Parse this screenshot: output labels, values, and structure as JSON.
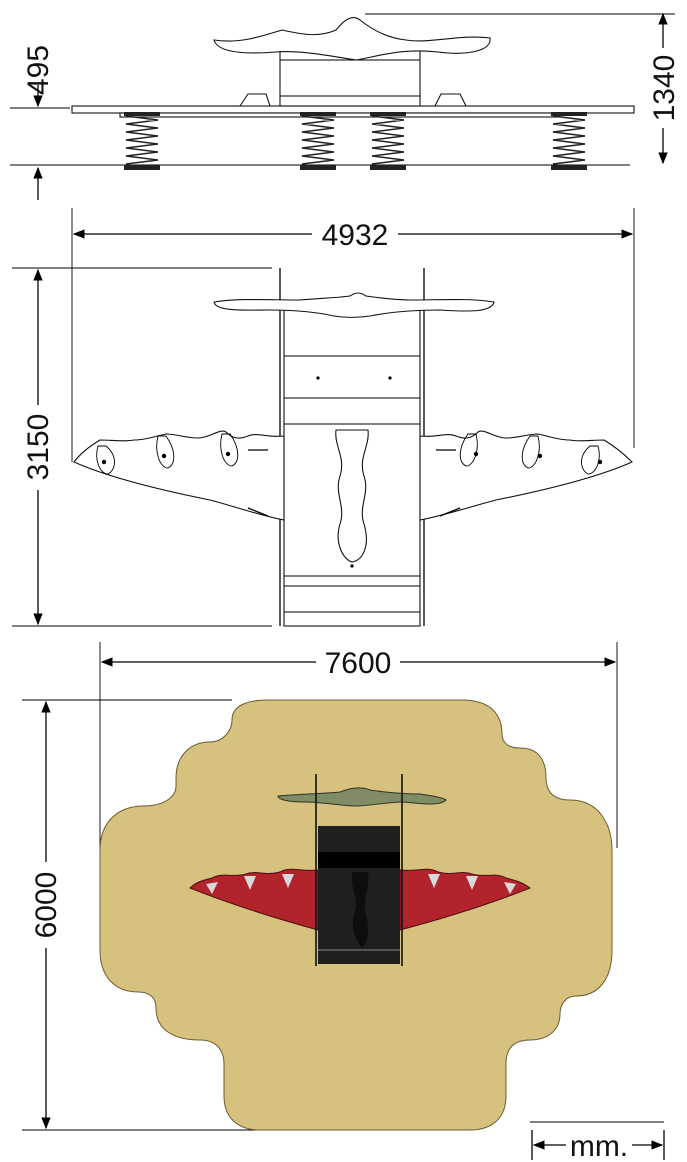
{
  "diagram": {
    "dimensions": {
      "side_height_small": "495",
      "side_height_total": "1340",
      "top_width": "4932",
      "top_depth": "3150",
      "area_width": "7600",
      "area_depth": "6000"
    },
    "unit_label": "mm.",
    "colors": {
      "safety_area": "#d6c17e",
      "safety_area_stroke": "#6b5d33",
      "wing": "#b3232b",
      "body": "#1f1f1f",
      "head": "#7f8c64",
      "ink": "#000000"
    }
  }
}
